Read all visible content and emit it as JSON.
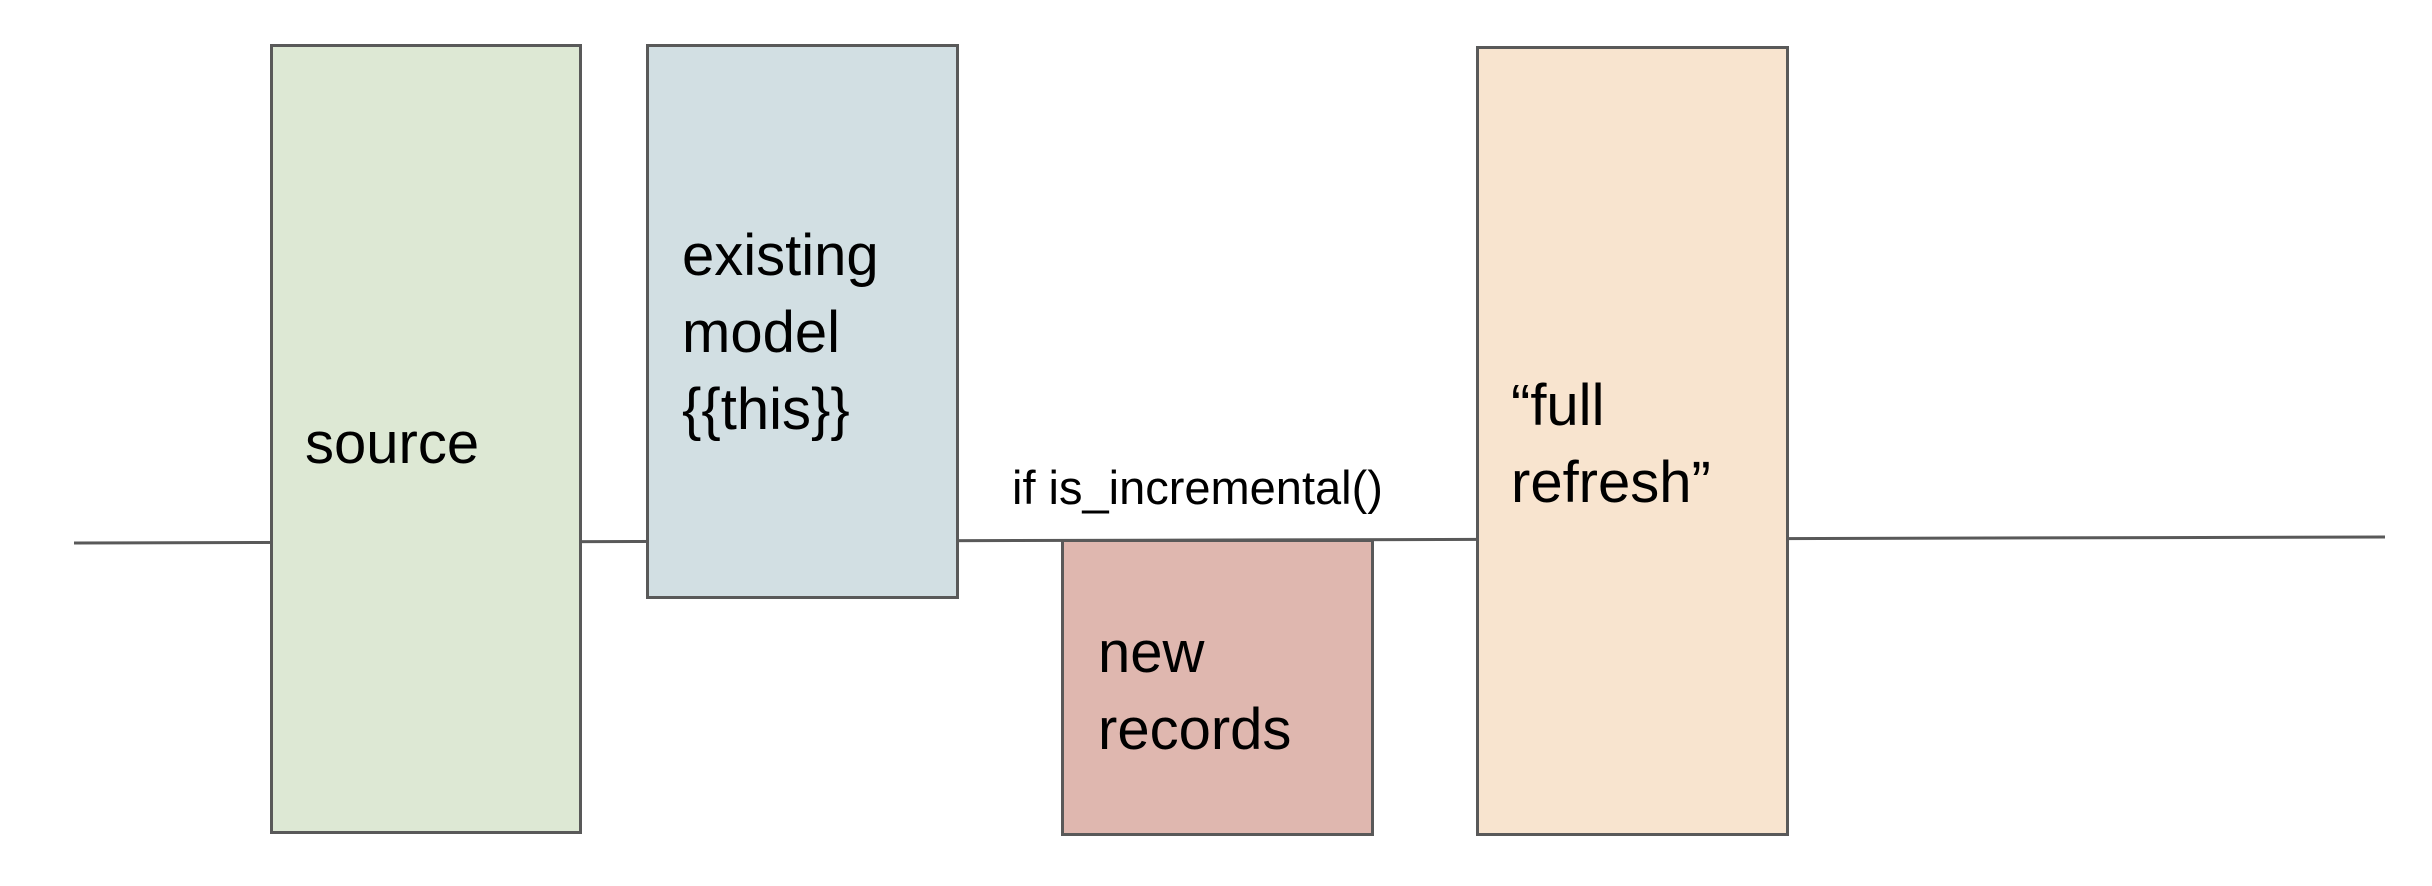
{
  "diagram": {
    "boxes": {
      "source": {
        "label": "source",
        "fill": "#dde8d4"
      },
      "existing_model": {
        "label": "existing\nmodel\n{{this}}",
        "fill": "#d2dfe3"
      },
      "new_records": {
        "label": "new\nrecords",
        "fill": "#dfb7af"
      },
      "full_refresh": {
        "label": "“full\nrefresh”",
        "fill": "#f8e4cf"
      }
    },
    "connector_label": "if is_incremental()",
    "line_color": "#595959",
    "border_color": "#595959"
  }
}
